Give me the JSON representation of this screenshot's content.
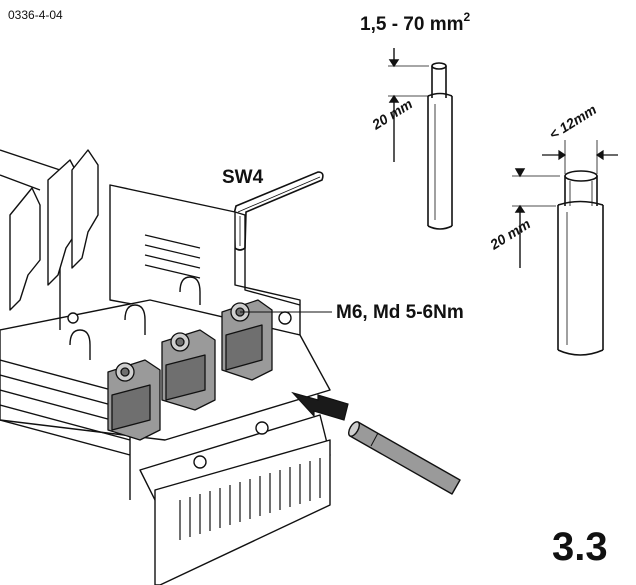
{
  "figure": {
    "ref_code": "0336-4-04",
    "cross_section_base": "1,5 - 70 mm",
    "cross_section_exp": "2",
    "wrench_label": "SW4",
    "screw_label": "M6, Md 5-6Nm",
    "strip_length_round": "20 mm",
    "strip_length_flat": "20 mm",
    "flat_width": "< 12mm",
    "step_number": "3.3"
  },
  "colors": {
    "ink": "#111111",
    "metal": "#9a9a9a",
    "metal_dark": "#6f6f6f",
    "arrow": "#1a1a1a"
  }
}
